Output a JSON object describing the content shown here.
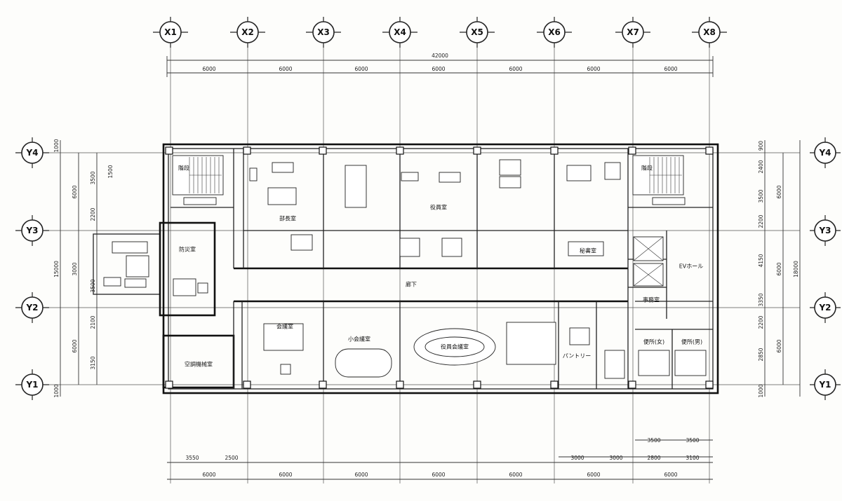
{
  "axes": {
    "x": [
      "X1",
      "X2",
      "X3",
      "X4",
      "X5",
      "X6",
      "X7",
      "X8"
    ],
    "y": [
      "Y4",
      "Y3",
      "Y2",
      "Y1"
    ]
  },
  "dimensions": {
    "top_total": "42000",
    "top_spans": [
      "6000",
      "6000",
      "6000",
      "6000",
      "6000",
      "6000",
      "6000"
    ],
    "left_outer": [
      "1000",
      "15000",
      "1000"
    ],
    "left_mid": [
      "6000",
      "3000",
      "6000"
    ],
    "left_inner": [
      "3500",
      "1500",
      "2200",
      "3500",
      "2100",
      "3150"
    ],
    "right_outer": [
      "18000"
    ],
    "right_mid": [
      "6000",
      "6000",
      "6000"
    ],
    "right_inner": [
      "900",
      "2400",
      "3500",
      "2200",
      "4150",
      "3350",
      "2200",
      "2850",
      "1000"
    ],
    "bottom_spans": [
      "6000",
      "6000",
      "6000",
      "6000",
      "6000",
      "6000",
      "6000"
    ],
    "bottom_small_left": [
      "3550",
      "2500"
    ],
    "bottom_small_right": [
      "3000",
      "3000",
      "2800",
      "3100"
    ],
    "bottom_small_right_top": [
      "3500",
      "3500"
    ]
  },
  "rooms": {
    "r1": "階段",
    "r2": "階段",
    "r3": "部長室",
    "r4": "役員室",
    "r5": "秘書室",
    "r6": "EVホール",
    "r7": "廊下",
    "r8": "防災室",
    "r9": "会議室",
    "r10": "小会議室",
    "r11": "役員会議室",
    "r12": "パントリー",
    "r13": "便所(女)",
    "r14": "便所(男)",
    "r15": "空調機械室",
    "r16": "事務室"
  }
}
